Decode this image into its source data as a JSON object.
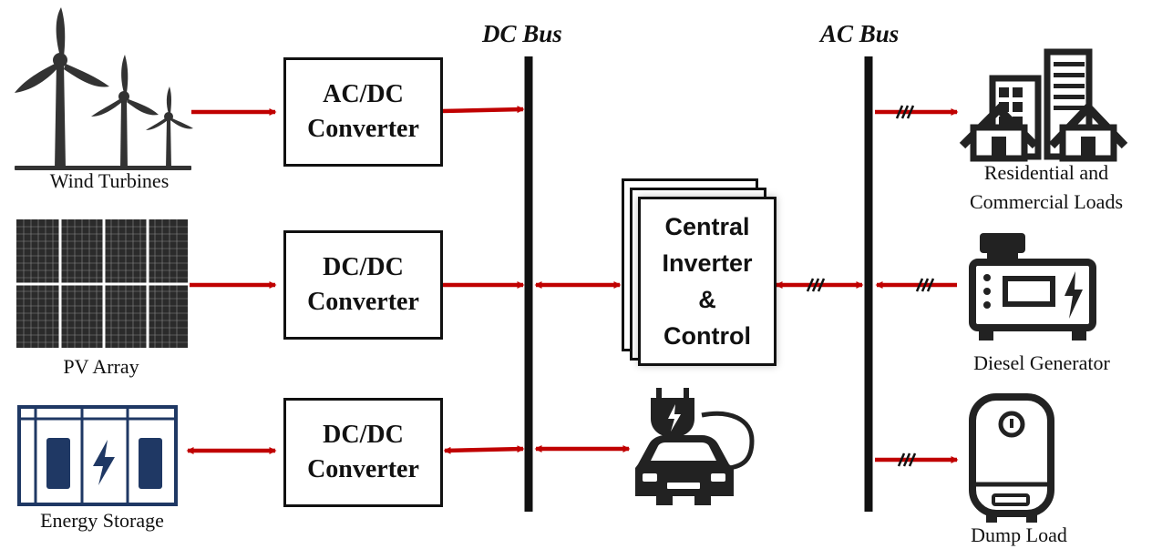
{
  "colors": {
    "arrow": "#c00000",
    "line": "#111111",
    "storage": "#1f3864"
  },
  "buses": {
    "dc_title": "DC Bus",
    "ac_title": "AC Bus"
  },
  "sources": {
    "wind": "Wind Turbines",
    "pv": "PV Array",
    "storage": "Energy Storage"
  },
  "converters": {
    "wind_line1": "AC/DC",
    "wind_line2": "Converter",
    "pv_line1": "DC/DC",
    "pv_line2": "Converter",
    "storage_line1": "DC/DC",
    "storage_line2": "Converter"
  },
  "inverter": {
    "line1": "Central",
    "line2": "Inverter",
    "line3": "&",
    "line4": "Control"
  },
  "loads": {
    "residential_line1": "Residential and",
    "residential_line2": "Commercial Loads",
    "diesel": "Diesel Generator",
    "dump": "Dump Load"
  },
  "icons": {
    "wind": "wind-turbine-icon",
    "pv": "solar-panel-icon",
    "storage": "battery-storage-icon",
    "ev": "electric-vehicle-icon",
    "buildings": "buildings-icon",
    "generator": "generator-icon",
    "dump": "water-heater-icon"
  }
}
